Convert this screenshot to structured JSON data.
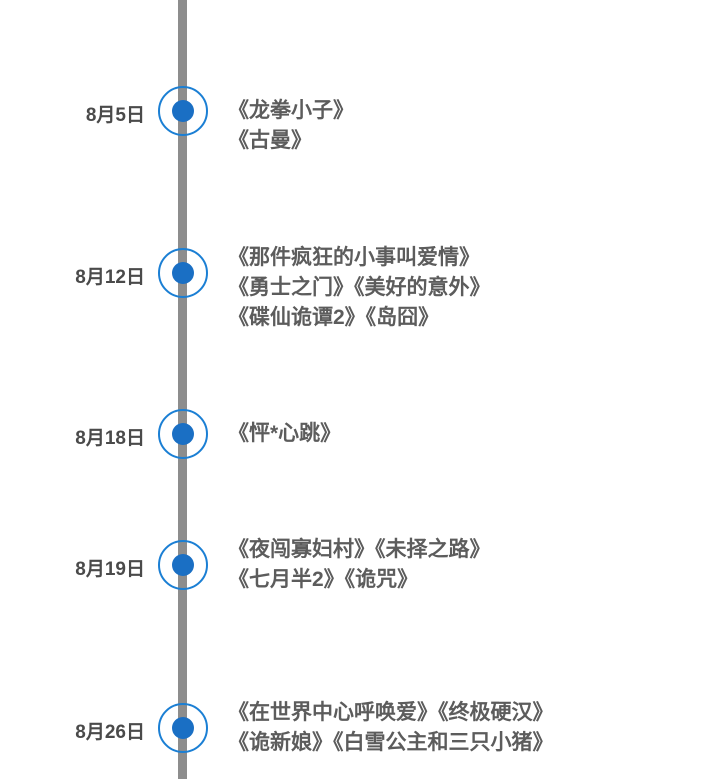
{
  "timeline": {
    "axis_color": "#8d8d8d",
    "marker_ring_color": "#1b7fd4",
    "marker_dot_color": "#1a6fc4",
    "date_text_color": "#4a4a4a",
    "title_text_color": "#5c5c5c",
    "entries": [
      {
        "date": "8月5日",
        "titles": [
          "《龙拳小子》",
          "《古曼》"
        ]
      },
      {
        "date": "8月12日",
        "titles": [
          "《那件疯狂的小事叫爱情》",
          "《勇士之门》《美好的意外》",
          "《碟仙诡谭2》《岛囧》"
        ]
      },
      {
        "date": "8月18日",
        "titles": [
          "《怦*心跳》"
        ]
      },
      {
        "date": "8月19日",
        "titles": [
          "《夜闯寡妇村》《未择之路》",
          "《七月半2》《诡咒》"
        ]
      },
      {
        "date": "8月26日",
        "titles": [
          "《在世界中心呼唤爱》《终极硬汉》",
          "《诡新娘》《白雪公主和三只小猪》"
        ]
      }
    ]
  }
}
